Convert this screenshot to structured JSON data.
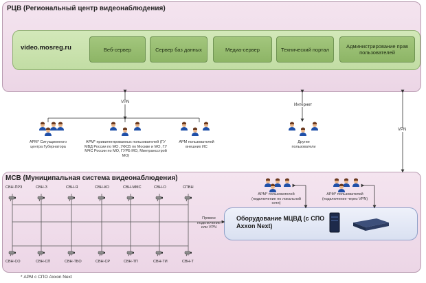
{
  "rcv": {
    "title": "РЦВ (Региональный центр видеонаблюдения)",
    "site": "video.mosreg.ru",
    "services": [
      "Веб-сервер",
      "Сервер баз данных",
      "Медиа-сервер",
      "Технический портал",
      "Администрирование прав пользователей"
    ]
  },
  "links": {
    "vpn_top": "VPN",
    "internet": "Интернет",
    "vpn_right": "VPN",
    "direct": "Прямое подключение или VPN"
  },
  "groups": [
    {
      "label": "АРМ* Ситуационного центра Губернатора"
    },
    {
      "label": "АРМ* привилегированных пользователей (ГУ МВД России по МО, УФСБ по Москве и МО, ГУ МЧС России по МО, ГУРБ МО, Минтрансстрой МО)"
    },
    {
      "label": "АРМ пользователей внешних ИС"
    },
    {
      "label": "Другие пользователи"
    }
  ],
  "msv": {
    "title": "МСВ (Муниципальная система видеонаблюдения)",
    "cameras_top": [
      "СВН-ПРЗ",
      "СВН-З",
      "СВН-Я",
      "СВН-КО",
      "СВН-ММС",
      "СВН-О",
      "СПВН"
    ],
    "cameras_bottom": [
      "СВН-СО",
      "СВН-СП",
      "СВН-ТБО",
      "СВН-СР",
      "СВН-ТП",
      "СВН-ТИ",
      "СВН-Т"
    ],
    "users_local": "АРМ* пользователей (подключение по локальной сети)",
    "users_vpn": "АРМ* пользователей (подключение через VPN)",
    "equipment_title": "Оборудование МЦВД (с СПО Axxon Next)"
  },
  "footnote": "* АРМ с СПО Axxon Next",
  "icons": [
    "user-group-icon",
    "camera-icon",
    "server-icon",
    "switch-icon"
  ]
}
